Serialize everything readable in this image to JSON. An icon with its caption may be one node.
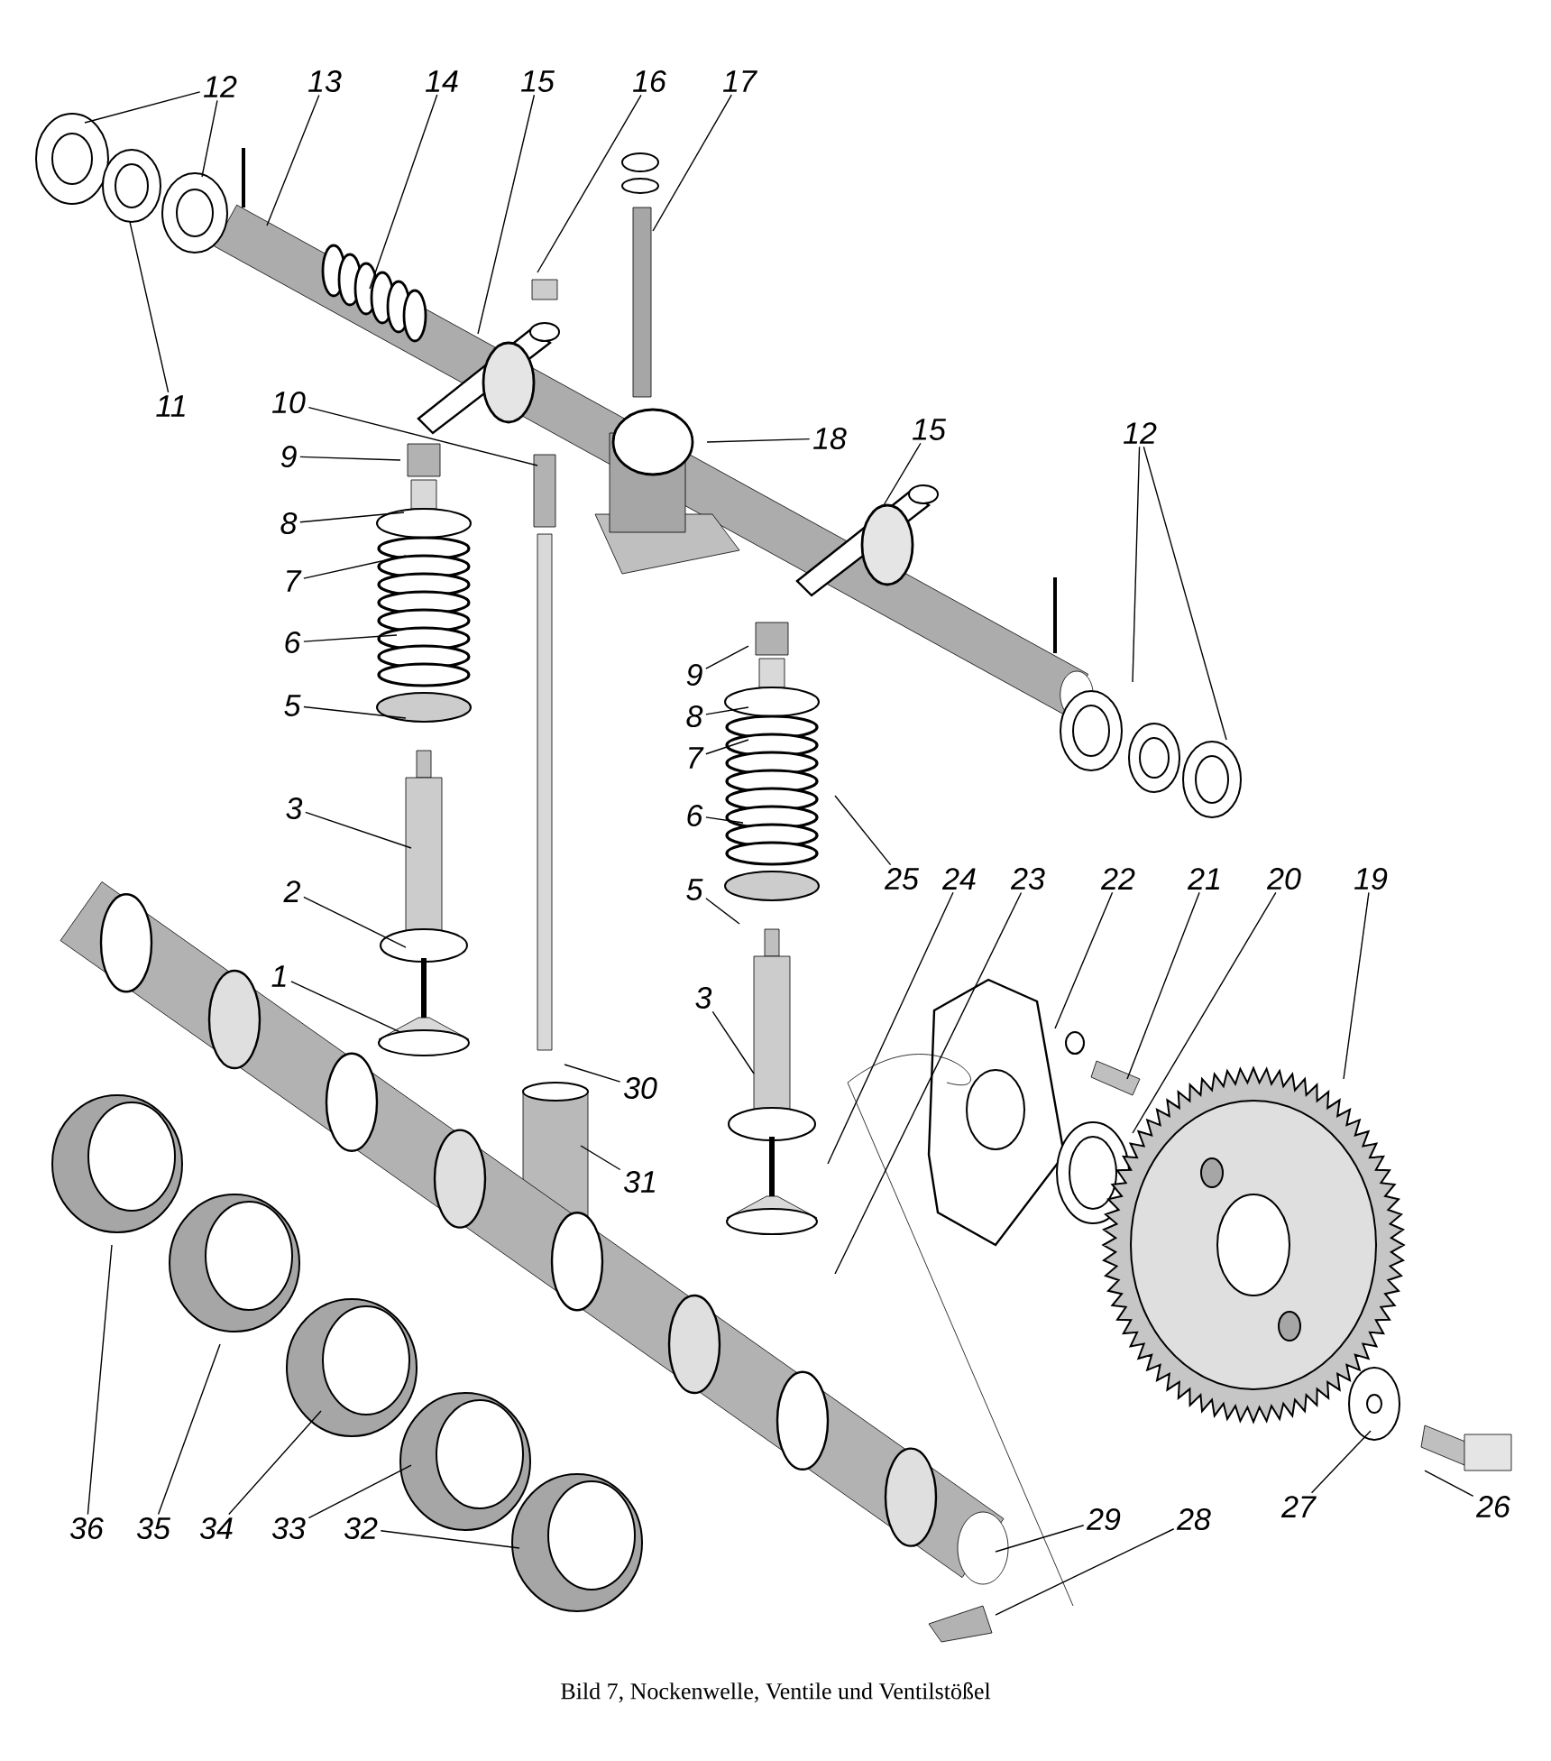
{
  "diagram": {
    "caption": "Bild 7, Nockenwelle, Ventile und Ventilstößel",
    "nodes": [
      {
        "text": [
          "12"
        ]
      },
      {
        "text": [
          "13"
        ]
      },
      {
        "text": [
          "14"
        ]
      },
      {
        "text": [
          "15"
        ]
      },
      {
        "text": [
          "16"
        ]
      },
      {
        "text": [
          "17"
        ]
      },
      {
        "text": [
          "11"
        ]
      },
      {
        "text": [
          "10"
        ]
      },
      {
        "text": [
          "18"
        ]
      },
      {
        "text": [
          "15"
        ]
      },
      {
        "text": [
          "12"
        ]
      },
      {
        "text": [
          "9"
        ]
      },
      {
        "text": [
          "8"
        ]
      },
      {
        "text": [
          "7"
        ]
      },
      {
        "text": [
          "6"
        ]
      },
      {
        "text": [
          "9"
        ]
      },
      {
        "text": [
          "5"
        ]
      },
      {
        "text": [
          "8"
        ]
      },
      {
        "text": [
          "7"
        ]
      },
      {
        "text": [
          "3"
        ]
      },
      {
        "text": [
          "6"
        ]
      },
      {
        "text": [
          "25"
        ]
      },
      {
        "text": [
          "24"
        ]
      },
      {
        "text": [
          "23"
        ]
      },
      {
        "text": [
          "22"
        ]
      },
      {
        "text": [
          "21"
        ]
      },
      {
        "text": [
          "20"
        ]
      },
      {
        "text": [
          "19"
        ]
      },
      {
        "text": [
          "5"
        ]
      },
      {
        "text": [
          "2"
        ]
      },
      {
        "text": [
          "1"
        ]
      },
      {
        "text": [
          "3"
        ]
      },
      {
        "text": [
          "30"
        ]
      },
      {
        "text": [
          "31"
        ]
      },
      {
        "text": [
          "27"
        ]
      },
      {
        "text": [
          "26"
        ]
      },
      {
        "text": [
          "29"
        ]
      },
      {
        "text": [
          "28"
        ]
      },
      {
        "text": [
          "36"
        ]
      },
      {
        "text": [
          "35"
        ]
      },
      {
        "text": [
          "34"
        ]
      },
      {
        "text": [
          "33"
        ]
      },
      {
        "text": [
          "32"
        ]
      }
    ],
    "edges": [
      {
        "from": 0,
        "to": null,
        "arrow": "none"
      },
      {
        "from": 0,
        "to": null,
        "arrow": "none"
      },
      {
        "from": 1,
        "to": null,
        "arrow": "none"
      },
      {
        "from": 2,
        "to": null,
        "arrow": "none"
      },
      {
        "from": 3,
        "to": null,
        "arrow": "none"
      },
      {
        "from": 4,
        "to": null,
        "arrow": "none"
      },
      {
        "from": 5,
        "to": null,
        "arrow": "none"
      },
      {
        "from": 6,
        "to": null,
        "arrow": "none"
      },
      {
        "from": 7,
        "to": null,
        "arrow": "none"
      },
      {
        "from": 8,
        "to": null,
        "arrow": "none"
      },
      {
        "from": 9,
        "to": null,
        "arrow": "none"
      },
      {
        "from": 10,
        "to": null,
        "arrow": "none"
      },
      {
        "from": 10,
        "to": null,
        "arrow": "none"
      },
      {
        "from": 11,
        "to": null,
        "arrow": "none"
      },
      {
        "from": 12,
        "to": null,
        "arrow": "none"
      },
      {
        "from": 13,
        "to": null,
        "arrow": "none"
      },
      {
        "from": 14,
        "to": null,
        "arrow": "none"
      },
      {
        "from": 15,
        "to": null,
        "arrow": "none"
      },
      {
        "from": 16,
        "to": null,
        "arrow": "none"
      },
      {
        "from": 17,
        "to": null,
        "arrow": "none"
      },
      {
        "from": 18,
        "to": null,
        "arrow": "none"
      },
      {
        "from": 19,
        "to": null,
        "arrow": "none"
      },
      {
        "from": 20,
        "to": null,
        "arrow": "none"
      },
      {
        "from": 21,
        "to": null,
        "arrow": "none"
      },
      {
        "from": 22,
        "to": null,
        "arrow": "none"
      },
      {
        "from": 23,
        "to": null,
        "arrow": "none"
      },
      {
        "from": 24,
        "to": null,
        "arrow": "none"
      },
      {
        "from": 25,
        "to": null,
        "arrow": "none"
      },
      {
        "from": 26,
        "to": null,
        "arrow": "none"
      },
      {
        "from": 27,
        "to": null,
        "arrow": "none"
      },
      {
        "from": 28,
        "to": null,
        "arrow": "none"
      },
      {
        "from": 29,
        "to": null,
        "arrow": "none"
      },
      {
        "from": 30,
        "to": null,
        "arrow": "none"
      },
      {
        "from": 31,
        "to": null,
        "arrow": "none"
      },
      {
        "from": 32,
        "to": null,
        "arrow": "none"
      },
      {
        "from": 33,
        "to": null,
        "arrow": "none"
      },
      {
        "from": 34,
        "to": null,
        "arrow": "none"
      },
      {
        "from": 35,
        "to": null,
        "arrow": "none"
      },
      {
        "from": 36,
        "to": null,
        "arrow": "none"
      },
      {
        "from": 37,
        "to": null,
        "arrow": "none"
      },
      {
        "from": 38,
        "to": null,
        "arrow": "none"
      },
      {
        "from": 39,
        "to": null,
        "arrow": "none"
      },
      {
        "from": 40,
        "to": null,
        "arrow": "none"
      },
      {
        "from": 41,
        "to": null,
        "arrow": "none"
      },
      {
        "from": 42,
        "to": null,
        "arrow": "none"
      }
    ]
  }
}
